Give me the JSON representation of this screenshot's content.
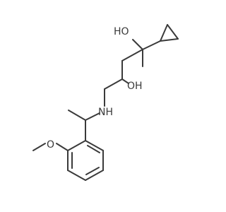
{
  "molecule": {
    "atoms": {
      "hydroxyl_top": "HO",
      "hydroxyl_mid": "OH",
      "amine": "NH",
      "methoxy_oxygen": "O"
    }
  },
  "colors": {
    "bond": "#3a3a3a",
    "background": "#ffffff"
  }
}
